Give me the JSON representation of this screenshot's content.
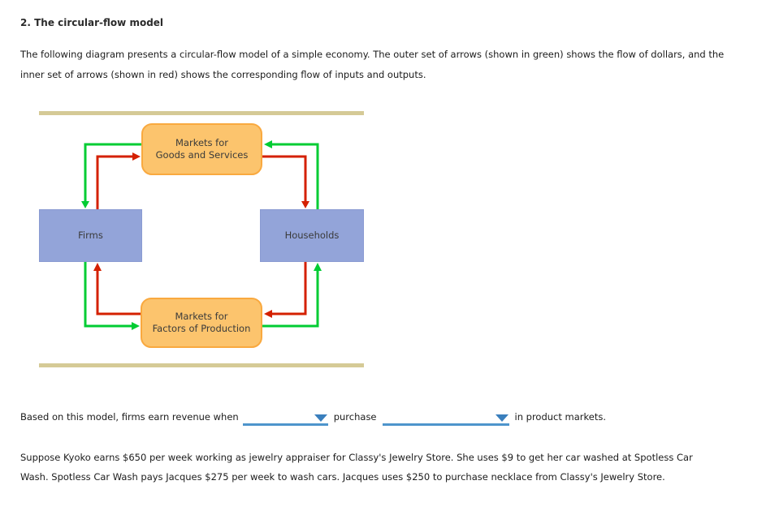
{
  "page": {
    "title": "2. The circular-flow model",
    "intro_lines": [
      "The following diagram presents a circular-flow model of a simple economy. The outer set of arrows (shown in green) shows the flow of dollars, and the",
      "inner set of arrows (shown in red) shows the corresponding flow of inputs and outputs."
    ]
  },
  "diagram": {
    "nodes": {
      "markets_goods": {
        "line1": "Markets for",
        "line2": "Goods and Services"
      },
      "firms": {
        "label": "Firms"
      },
      "households": {
        "label": "Households"
      },
      "markets_factors": {
        "line1": "Markets for",
        "line2": "Factors of Production"
      }
    },
    "legend": {
      "green_meaning": "flow of dollars",
      "red_meaning": "flow of inputs and outputs"
    }
  },
  "question": {
    "part1": "Based on this model, firms earn revenue when",
    "part2": "purchase",
    "part3": "in product markets.",
    "dropdown1_value": "",
    "dropdown2_value": ""
  },
  "scenario_lines": [
    "Suppose Kyoko earns $650 per week working as jewelry appraiser for Classy's Jewelry Store. She uses $9 to get her car washed at Spotless Car",
    "Wash. Spotless Car Wash pays Jacques $275 per week to wash cars. Jacques uses $250 to purchase necklace from Classy's Jewelry Store."
  ],
  "colors": {
    "text-color": "#1b1b1b",
    "node-text": "#3a3a3a",
    "market-fill": "#fcc46d",
    "market-border": "#f9a93f",
    "agent-fill": "#93a4d9",
    "agent-border": "#8a9bd2",
    "divider-bar": "#d5ca96",
    "green-arrow": "#00cc33",
    "red-arrow": "#d42000",
    "dropdown-line": "#4e95cc",
    "dropdown-arrow": "#3a7fbd"
  }
}
